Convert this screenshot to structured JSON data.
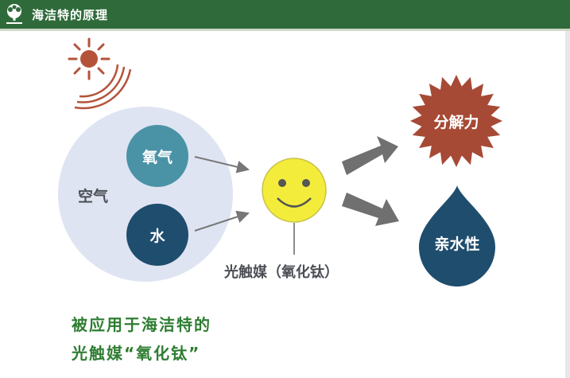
{
  "header": {
    "title": "海洁特的原理",
    "logo": "tree-logo-icon"
  },
  "diagram": {
    "air_label": "空气",
    "oxygen_label": "氧气",
    "water_label": "水",
    "photocatalyst_label": "光触媒（氧化钛）",
    "decompose_label": "分解力",
    "hydrophilic_label": "亲水性",
    "icons": [
      "sun-icon",
      "light-rays-icon",
      "smiley-face-icon",
      "arrow-icon",
      "starburst-icon",
      "water-drop-icon"
    ]
  },
  "caption": {
    "line1": "被应用于海洁特的",
    "line2": "光触媒“氧化钛”"
  },
  "colors": {
    "header_bg": "#2f6b3a",
    "sun": "#b5533a",
    "air_circle": "#dfe4f2",
    "oxygen": "#4a93a6",
    "water": "#1f4d6e",
    "smiley": "#f3ec3a",
    "starburst": "#a64a35",
    "drop": "#1f4d6e",
    "caption": "#2e7d32"
  }
}
